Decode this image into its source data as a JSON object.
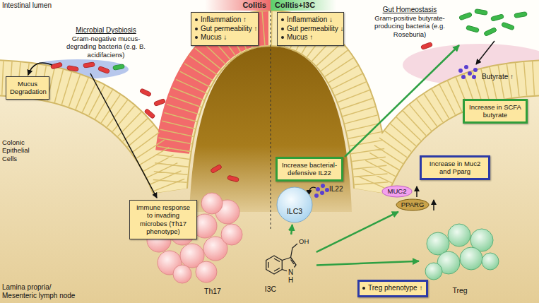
{
  "diagram": {
    "nodes": [
      {
        "text": [
          "Colitis"
        ]
      },
      {
        "text": [
          "Colitis+I3C"
        ]
      },
      {
        "text": [
          "Inflammation ↑",
          "Gut permeability ↑",
          "Mucus ↓"
        ]
      },
      {
        "text": [
          "Inflammation ↓",
          "Gut permeability ↓",
          "Mucus ↑"
        ]
      },
      {
        "text": [
          "Mucus Degradation"
        ]
      },
      {
        "text": [
          "Immune response to invading microbes (Th17 phenotype)"
        ]
      },
      {
        "text": [
          "Th17"
        ]
      },
      {
        "text": [
          "Increase bacterial-defensive IL22"
        ]
      },
      {
        "text": [
          "ILC3"
        ]
      },
      {
        "text": [
          "I3C"
        ]
      },
      {
        "text": [
          "Increase in SCFA butyrate"
        ]
      },
      {
        "text": [
          "Increase in Muc2 and Pparg"
        ]
      },
      {
        "text": [
          "MUC2"
        ]
      },
      {
        "text": [
          "PPARG"
        ]
      },
      {
        "text": [
          "Treg"
        ]
      },
      {
        "text": [
          "Treg phenotype ↑"
        ]
      }
    ],
    "edges": [
      {
        "from": 9,
        "to": 8,
        "arrow": "to"
      },
      {
        "from": 9,
        "to": 13,
        "arrow": "to"
      },
      {
        "from": 9,
        "to": 14,
        "arrow": "to"
      }
    ],
    "labels": [
      "Intestinal lumen",
      "Microbial Dysbiosis",
      "Gram-negative mucus-degrading bacteria (e.g. B. acidifaciens)",
      "Colonic Epithelial Cells",
      "Lamina propria/ Mesenteric lymph node",
      "Gut Homeostasis",
      "Gram-positive butyrate-producing bacteria (e.g. Roseburia)",
      "Butyrate ↑",
      "IL22",
      "OH",
      "N",
      "H"
    ]
  }
}
